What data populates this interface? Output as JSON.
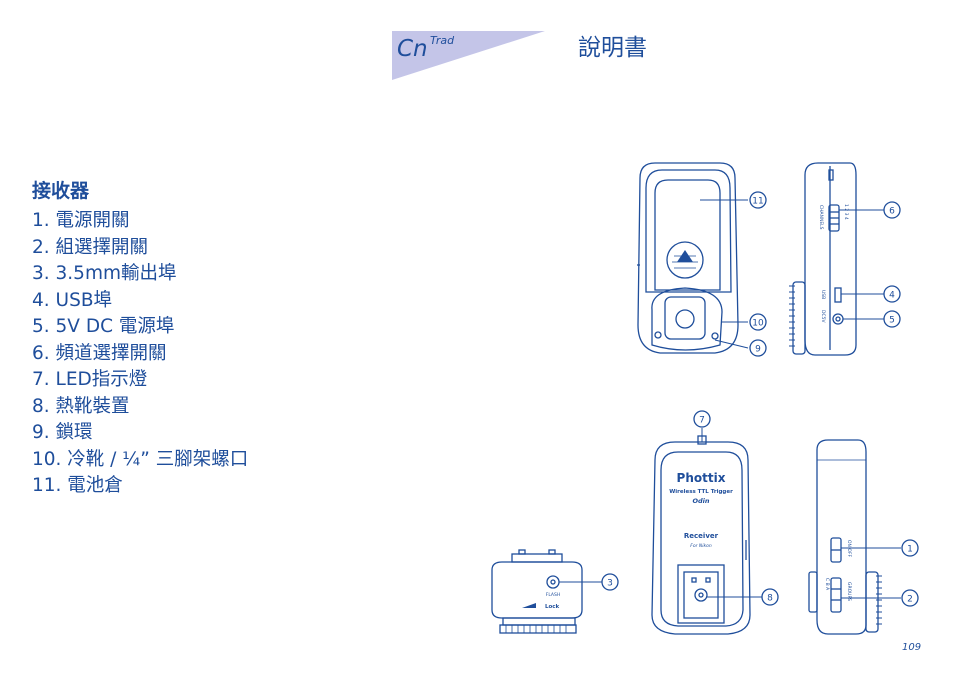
{
  "header": {
    "lang_code": "Cn",
    "lang_sub": "Trad",
    "title": "說明書",
    "banner_color": "#c4c5e8"
  },
  "section": {
    "heading": "接收器",
    "items": [
      "1. 電源開關",
      "2. 組選擇開關",
      "3. 3.5mm輸出埠",
      "4. USB埠",
      "5. 5V DC 電源埠",
      "6. 頻道選擇開關",
      "7. LED指示燈",
      "8. 熱靴裝置",
      "9. 鎖環",
      "10. 冷靴 / ¼”  三腳架螺口",
      "11. 電池倉"
    ]
  },
  "figure": {
    "callouts": [
      "11",
      "10",
      "9",
      "6",
      "4",
      "5",
      "7",
      "1",
      "2",
      "3",
      "8"
    ],
    "device_labels": {
      "brand": "Phottix",
      "subtitle": "Wireless TTL Trigger",
      "model": "Odin",
      "role": "Receiver",
      "for": "For Nikon",
      "flash": "FLASH",
      "lock": "Lock",
      "channels": "CHANNELS",
      "usb": "USB",
      "dc": "DC5V",
      "groups": "GROUPS",
      "on_off": "ON OFF",
      "group_letters": "C B A",
      "channel_numbers": "1 2 3 4"
    },
    "line_color": "#1f4e9b"
  },
  "footer": {
    "page_number": "109"
  }
}
